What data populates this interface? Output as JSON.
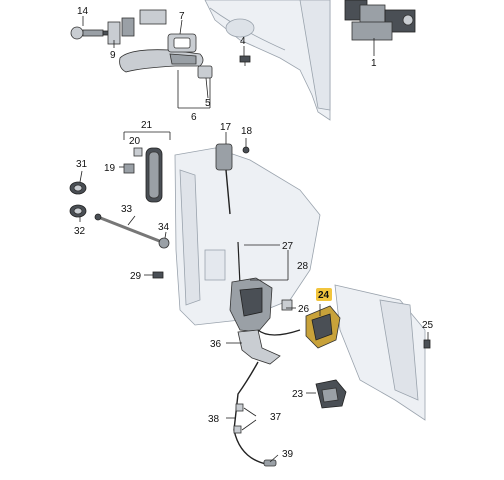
{
  "diagram": {
    "highlight_color": "#f2c53d",
    "callouts": [
      {
        "id": "c14",
        "text": "14"
      },
      {
        "id": "c9",
        "text": "9"
      },
      {
        "id": "c7",
        "text": "7"
      },
      {
        "id": "c4",
        "text": "4"
      },
      {
        "id": "c1",
        "text": "1"
      },
      {
        "id": "c5",
        "text": "5"
      },
      {
        "id": "c6",
        "text": "6"
      },
      {
        "id": "c21",
        "text": "21"
      },
      {
        "id": "c20",
        "text": "20"
      },
      {
        "id": "c19",
        "text": "19"
      },
      {
        "id": "c17",
        "text": "17"
      },
      {
        "id": "c18",
        "text": "18"
      },
      {
        "id": "c31",
        "text": "31"
      },
      {
        "id": "c32",
        "text": "32"
      },
      {
        "id": "c33",
        "text": "33"
      },
      {
        "id": "c34",
        "text": "34"
      },
      {
        "id": "c29",
        "text": "29"
      },
      {
        "id": "c27",
        "text": "27"
      },
      {
        "id": "c28",
        "text": "28"
      },
      {
        "id": "c24",
        "text": "24",
        "highlighted": true
      },
      {
        "id": "c26",
        "text": "26"
      },
      {
        "id": "c25",
        "text": "25"
      },
      {
        "id": "c36",
        "text": "36"
      },
      {
        "id": "c23",
        "text": "23"
      },
      {
        "id": "c37",
        "text": "37"
      },
      {
        "id": "c38",
        "text": "38"
      },
      {
        "id": "c39",
        "text": "39"
      }
    ]
  }
}
